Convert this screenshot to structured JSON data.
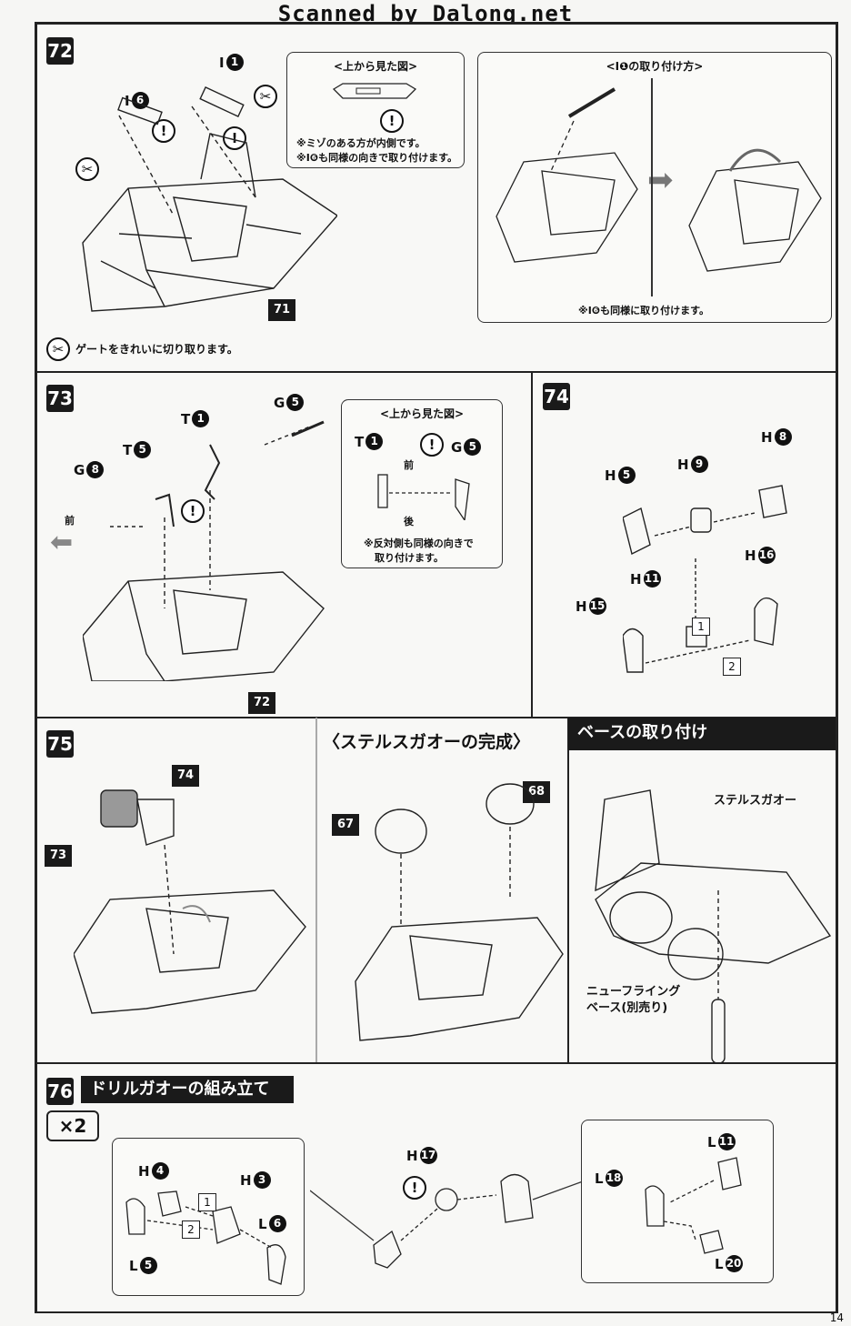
{
  "header": {
    "scan_credit": "Scanned by Dalong.net"
  },
  "page_number": "14",
  "steps": {
    "s72": {
      "number": "72",
      "parts": {
        "i1_letter": "I",
        "i1_num": "1",
        "i6_letter": "I",
        "i6_num": "6"
      },
      "tag": "71",
      "top_view": {
        "title": "<上から見た図>",
        "note1": "※ミゾのある方が内側です。",
        "note2": "※I❻も同様の向きで取り付けます。"
      },
      "attach_view": {
        "title": "<I❶の取り付け方>",
        "note": "※I❻も同様に取り付けます。"
      },
      "gate_note": "ゲートをきれいに切り取ります。"
    },
    "s73": {
      "number": "73",
      "parts": {
        "g5_letter": "G",
        "g5_num": "5",
        "t1_letter": "T",
        "t1_num": "1",
        "t5_letter": "T",
        "t5_num": "5",
        "g8_letter": "G",
        "g8_num": "8"
      },
      "front": "前",
      "tag": "72",
      "top_view": {
        "title": "<上から見た図>",
        "t1_letter": "T",
        "t1_num": "1",
        "g5_letter": "G",
        "g5_num": "5",
        "front": "前",
        "back": "後",
        "note1": "※反対側も同様の向きで",
        "note2": "取り付けます。"
      }
    },
    "s74": {
      "number": "74",
      "parts": {
        "h8_letter": "H",
        "h8_num": "8",
        "h5_letter": "H",
        "h5_num": "5",
        "h9_letter": "H",
        "h9_num": "9",
        "h16_letter": "H",
        "h16_num": "16",
        "h11_letter": "H",
        "h11_num": "11",
        "h15_letter": "H",
        "h15_num": "15"
      },
      "order1": "1",
      "order2": "2"
    },
    "s75": {
      "number": "75",
      "tag74": "74",
      "tag73": "73"
    },
    "complete": {
      "title": "〈ステルスガオーの完成〉",
      "tag67": "67",
      "tag68": "68"
    },
    "base": {
      "title": "ベースの取り付け",
      "label_stealth": "ステルスガオー",
      "label_base1": "ニューフライング",
      "label_base2": "ベース(別売り)"
    },
    "s76": {
      "number": "76",
      "title": "ドリルガオーの組み立て",
      "multiplier": "×2",
      "parts": {
        "h4_letter": "H",
        "h4_num": "4",
        "h3_letter": "H",
        "h3_num": "3",
        "l6_letter": "L",
        "l6_num": "6",
        "l5_letter": "L",
        "l5_num": "5",
        "h17_letter": "H",
        "h17_num": "17",
        "l11_letter": "L",
        "l11_num": "11",
        "l18_letter": "L",
        "l18_num": "18",
        "l20_letter": "L",
        "l20_num": "20"
      },
      "order1": "1",
      "order2": "2"
    }
  }
}
